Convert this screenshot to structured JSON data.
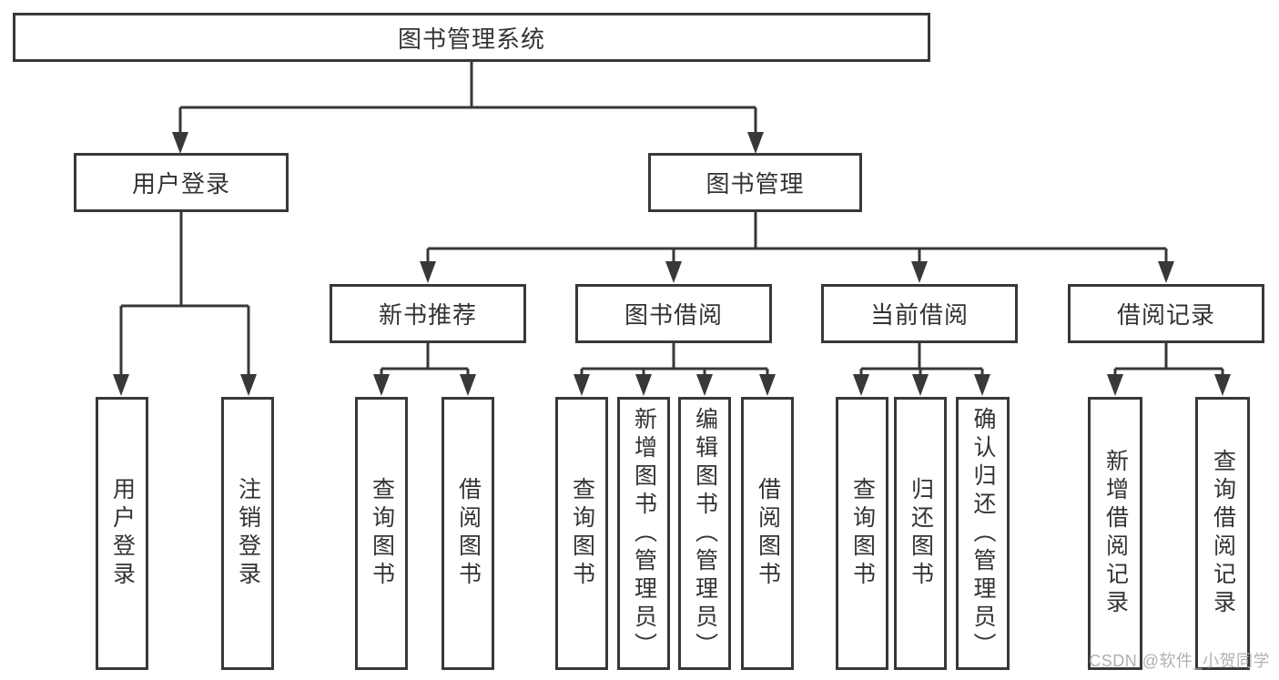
{
  "diagram": {
    "title": "图书管理系统",
    "type": "function-structure-tree",
    "colors": {
      "line": "#383838",
      "box_border": "#383838",
      "box_fill": "#ffffff",
      "text": "#333333",
      "background": "#ffffff",
      "watermark": "#b0b0b0"
    },
    "tree": {
      "root": {
        "label": "图书管理系统"
      },
      "branches": [
        {
          "label": "用户登录",
          "leaves": [
            {
              "label": "用户登录"
            },
            {
              "label": "注销登录"
            }
          ]
        },
        {
          "label": "图书管理",
          "groups": [
            {
              "label": "新书推荐",
              "leaves": [
                {
                  "label": "查询图书"
                },
                {
                  "label": "借阅图书"
                }
              ]
            },
            {
              "label": "图书借阅",
              "leaves": [
                {
                  "label": "查询图书"
                },
                {
                  "label": "新增图书（管理员）"
                },
                {
                  "label": "编辑图书（管理员）"
                },
                {
                  "label": "借阅图书"
                }
              ]
            },
            {
              "label": "当前借阅",
              "leaves": [
                {
                  "label": "查询图书"
                },
                {
                  "label": "归还图书"
                },
                {
                  "label": "确认归还（管理员）"
                }
              ]
            },
            {
              "label": "借阅记录",
              "leaves": [
                {
                  "label": "新增借阅记录"
                },
                {
                  "label": "查询借阅记录"
                }
              ]
            }
          ]
        }
      ]
    },
    "watermark": "CSDN @软件_小贺同学"
  }
}
